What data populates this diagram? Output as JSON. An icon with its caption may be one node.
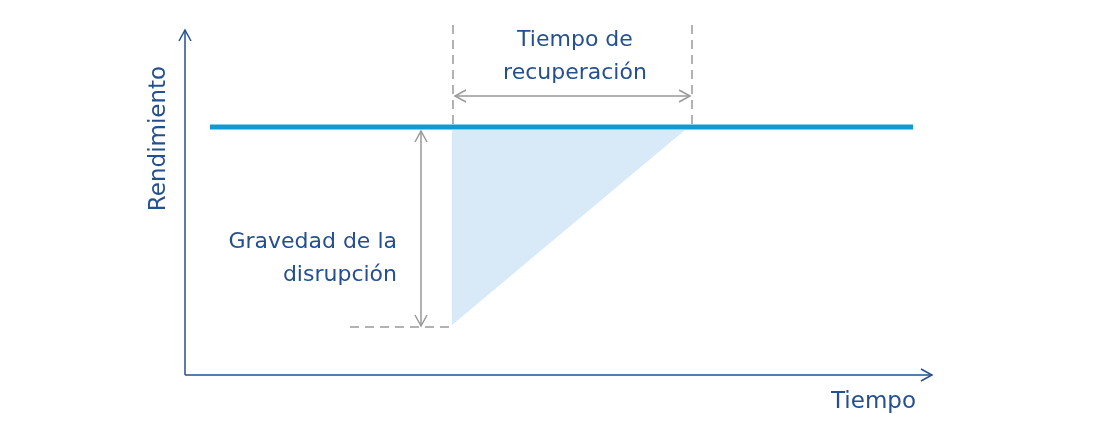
{
  "diagram": {
    "labels": [
      "Tiempo de recuperación",
      "Rendimiento",
      "Gravedad de la disrupción",
      "Tiempo"
    ]
  }
}
